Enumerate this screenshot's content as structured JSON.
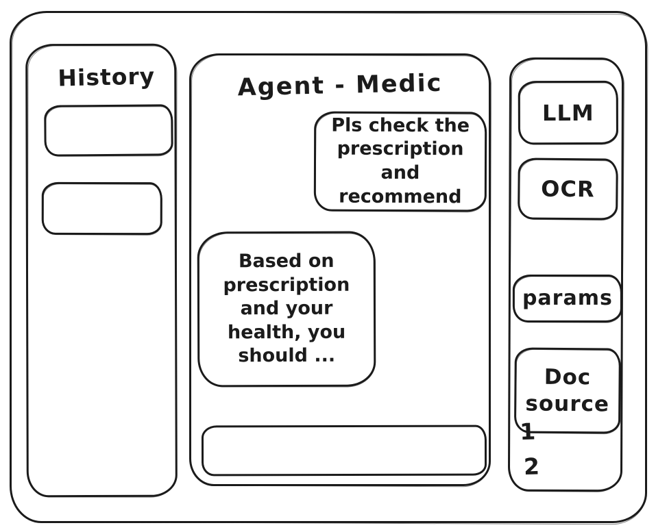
{
  "colors": {
    "stroke": "#1b1b1b",
    "background": "#ffffff"
  },
  "history_panel": {
    "title": "History",
    "items": [
      {
        "label": ""
      },
      {
        "label": ""
      }
    ]
  },
  "chat_panel": {
    "title": "Agent - Medic",
    "messages": [
      {
        "role": "user",
        "text": "Pls check the prescription and recommend"
      },
      {
        "role": "assistant",
        "text": "Based on prescription and your health, you should ..."
      }
    ],
    "input": {
      "value": ""
    }
  },
  "tools_panel": {
    "items": [
      {
        "label": "LLM"
      },
      {
        "label": "OCR"
      },
      {
        "label": "params"
      },
      {
        "label": "Doc source"
      }
    ],
    "annotations": [
      "1",
      "2"
    ]
  }
}
